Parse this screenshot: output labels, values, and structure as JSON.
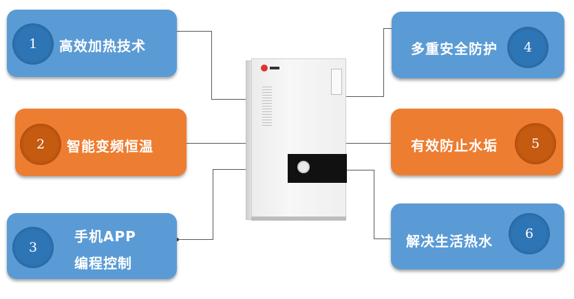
{
  "features": [
    {
      "num": "1",
      "label": "高效加热技术"
    },
    {
      "num": "2",
      "label": "智能变频恒温"
    },
    {
      "num": "3",
      "label_line1": "手机APP",
      "label_line2": "编程控制"
    },
    {
      "num": "4",
      "label": "多重安全防护"
    },
    {
      "num": "5",
      "label": "有效防止水垢"
    },
    {
      "num": "6",
      "label": "解决生活热水"
    }
  ],
  "colors": {
    "card_blue": "#5b9bd5",
    "card_orange": "#ed7d31",
    "badge_blue": "#2e75b6",
    "badge_orange": "#c55a11"
  }
}
